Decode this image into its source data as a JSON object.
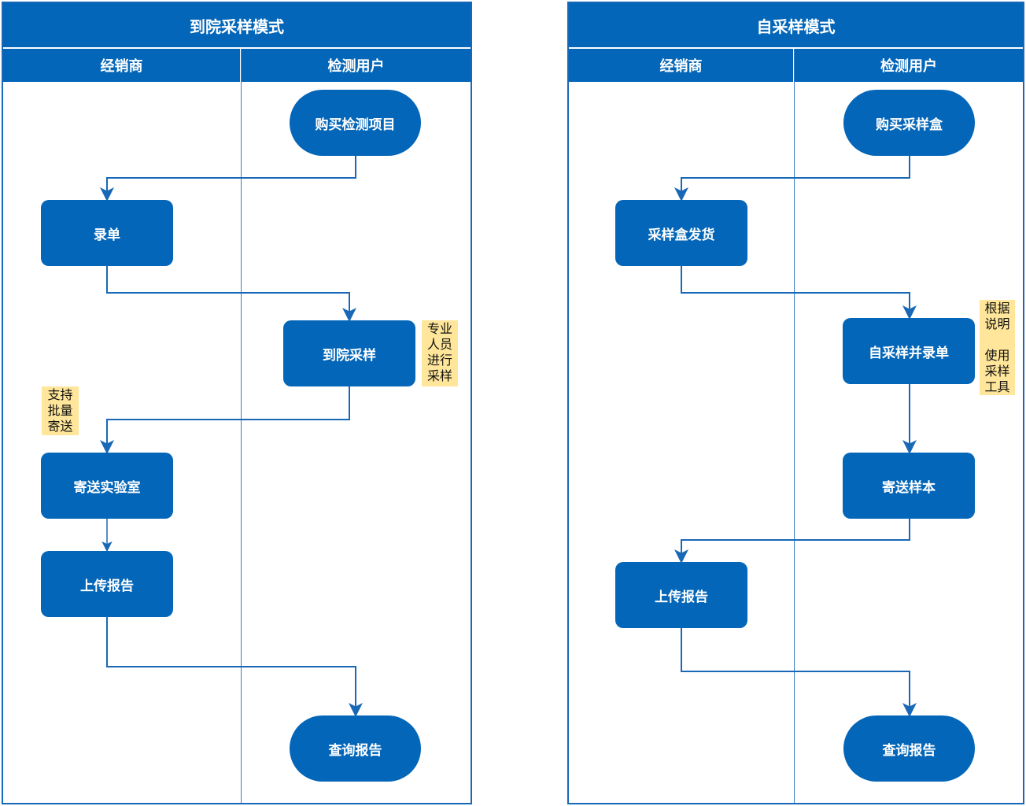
{
  "left_pool": {
    "title": "到院采样模式",
    "lanes": [
      "经销商",
      "检测用户"
    ],
    "nodes": {
      "buy": "购买检测项目",
      "entry": "录单",
      "hospital_sampling": "到院采样",
      "send_lab": "寄送实验室",
      "upload": "上传报告",
      "query": "查询报告"
    },
    "notes": {
      "professional": "专业\n人员\n进行\n采样",
      "batch": "支持\n批量\n寄送"
    }
  },
  "right_pool": {
    "title": "自采样模式",
    "lanes": [
      "经销商",
      "检测用户"
    ],
    "nodes": {
      "buy": "购买采样盒",
      "ship": "采样盒发货",
      "self_sample": "自采样并录单",
      "send_sample": "寄送样本",
      "upload": "上传报告",
      "query": "查询报告"
    },
    "notes": {
      "instructions": "根据\n说明\n\n使用\n采样\n工具"
    }
  },
  "colors": {
    "primary": "#0466b8",
    "note": "#ffe69a",
    "connector": "#1868b7"
  }
}
